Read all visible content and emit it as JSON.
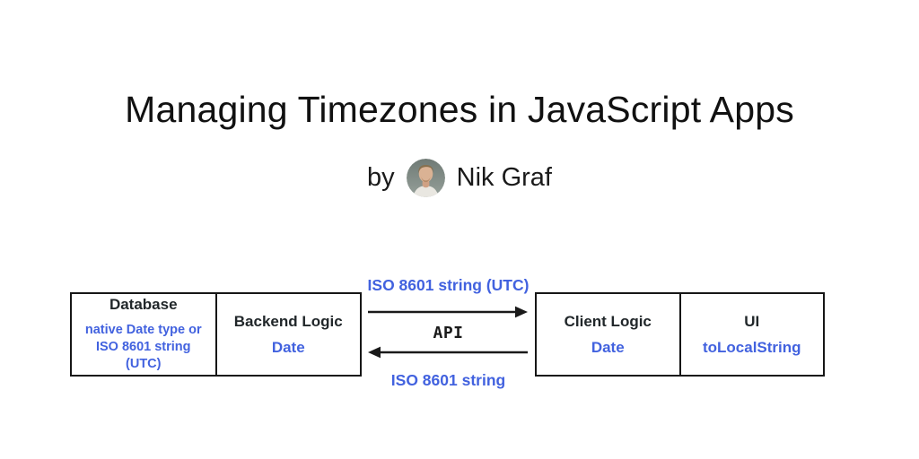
{
  "title": "Managing Timezones in JavaScript Apps",
  "byline": {
    "prefix": "by",
    "author": "Nik Graf",
    "avatar": "nik-graf-photo"
  },
  "diagram": {
    "boxes": [
      {
        "header": "Database",
        "lines": [
          "native Date type or",
          "ISO 8601 string (UTC)"
        ]
      },
      {
        "header": "Backend Logic",
        "lines": [
          "Date"
        ]
      },
      {
        "header": "Client Logic",
        "lines": [
          "Date"
        ]
      },
      {
        "header": "UI",
        "lines": [
          "toLocalString"
        ]
      }
    ],
    "flow": {
      "top_label": "ISO 8601 string (UTC)",
      "middle_label": "API",
      "bottom_label": "ISO 8601 string",
      "top_arrow_direction": "right",
      "bottom_arrow_direction": "left"
    }
  },
  "colors": {
    "accent_blue": "#4262df",
    "text_black": "#111111",
    "border_black": "#161616"
  }
}
